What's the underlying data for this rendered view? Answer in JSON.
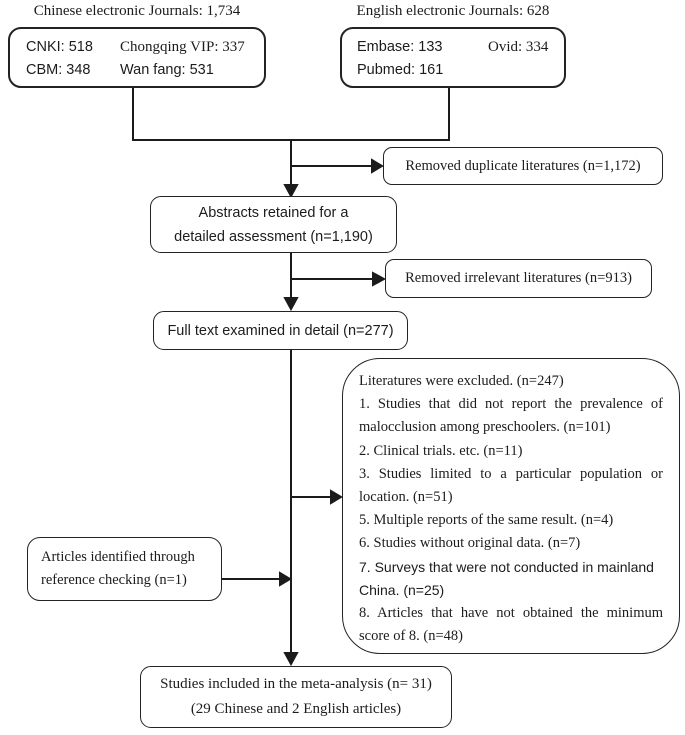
{
  "headers": {
    "chinese": "Chinese electronic Journals: 1,734",
    "english": "English electronic Journals: 628"
  },
  "chinese_db": {
    "items": [
      "CNKI: 518",
      "Chongqing VIP: 337",
      "CBM: 348",
      "Wan fang: 531"
    ]
  },
  "english_db": {
    "items": [
      "Embase: 133",
      "Ovid: 334",
      "Pubmed: 161"
    ]
  },
  "removed_duplicate": {
    "label": "Removed duplicate literatures (n=1,172)"
  },
  "abstracts": {
    "line1": "Abstracts retained for a",
    "line2": "detailed assessment (n=1,190)"
  },
  "removed_irrelevant": {
    "label": "Removed irrelevant literatures (n=913)"
  },
  "full_text": {
    "label": "Full text examined in detail (n=277)"
  },
  "exclusion": {
    "lines": [
      "Literatures were excluded. (n=247)",
      "1. Studies that did not report the prevalence of",
      "malocclusion among preschoolers. (n=101)",
      "2. Clinical trials. etc. (n=11)",
      "3. Studies limited to a particular population or",
      "location. (n=51)",
      "5. Multiple reports of the same result. (n=4)",
      "6. Studies without original data. (n=7)",
      "7. Surveys that were not conducted in mainland",
      "China. (n=25)",
      "8. Articles that have not obtained the minimum",
      "score of 8. (n=48)"
    ]
  },
  "reference": {
    "line1": "Articles identified through",
    "line2": "reference checking (n=1)"
  },
  "included": {
    "line1": "Studies included in the meta-analysis (n= 31)",
    "line2": "(29 Chinese and 2 English articles)"
  },
  "colors": {
    "line": "#1b1b1b",
    "text": "#1c1c1c",
    "background": "#ffffff"
  }
}
